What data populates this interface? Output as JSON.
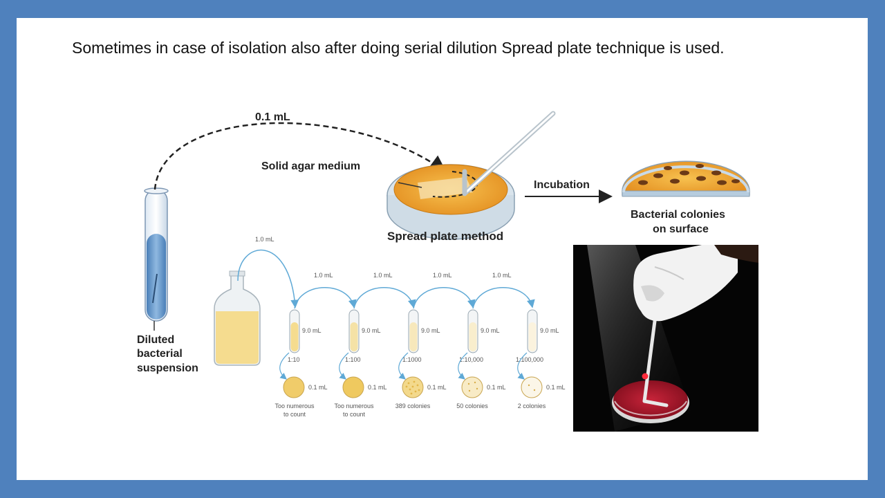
{
  "slide": {
    "title": "Sometimes in case of isolation also after doing serial dilution Spread plate technique is used."
  },
  "spread_plate": {
    "transfer_volume": "0.1 mL",
    "agar_label": "Solid agar medium",
    "method_label": "Spread plate method",
    "incubation_label": "Incubation",
    "colonies_label_line1": "Bacterial colonies",
    "colonies_label_line2": "on surface",
    "suspension_label_line1": "Diluted",
    "suspension_label_line2": "bacterial",
    "suspension_label_line3": "suspension"
  },
  "serial_dilution": {
    "transfer_volume": "1.0 mL",
    "tube_volume": "9.0 mL",
    "plated_volume": "0.1 mL",
    "tubes": [
      {
        "ratio": "1:10",
        "result_line1": "Too numerous",
        "result_line2": "to count"
      },
      {
        "ratio": "1:100",
        "result_line1": "Too numerous",
        "result_line2": "to count"
      },
      {
        "ratio": "1:1000",
        "result_line1": "389 colonies",
        "result_line2": ""
      },
      {
        "ratio": "1:10,000",
        "result_line1": "50 colonies",
        "result_line2": ""
      },
      {
        "ratio": "1:100,000",
        "result_line1": "2 colonies",
        "result_line2": ""
      }
    ]
  },
  "colors": {
    "border": "#4f81bd",
    "agar": "#f0a533",
    "liquid_blue": "#6f9fd0",
    "culture": "#f5dc8f",
    "arrow_blue": "#5fa9d6",
    "blood_agar": "#b0142a"
  }
}
